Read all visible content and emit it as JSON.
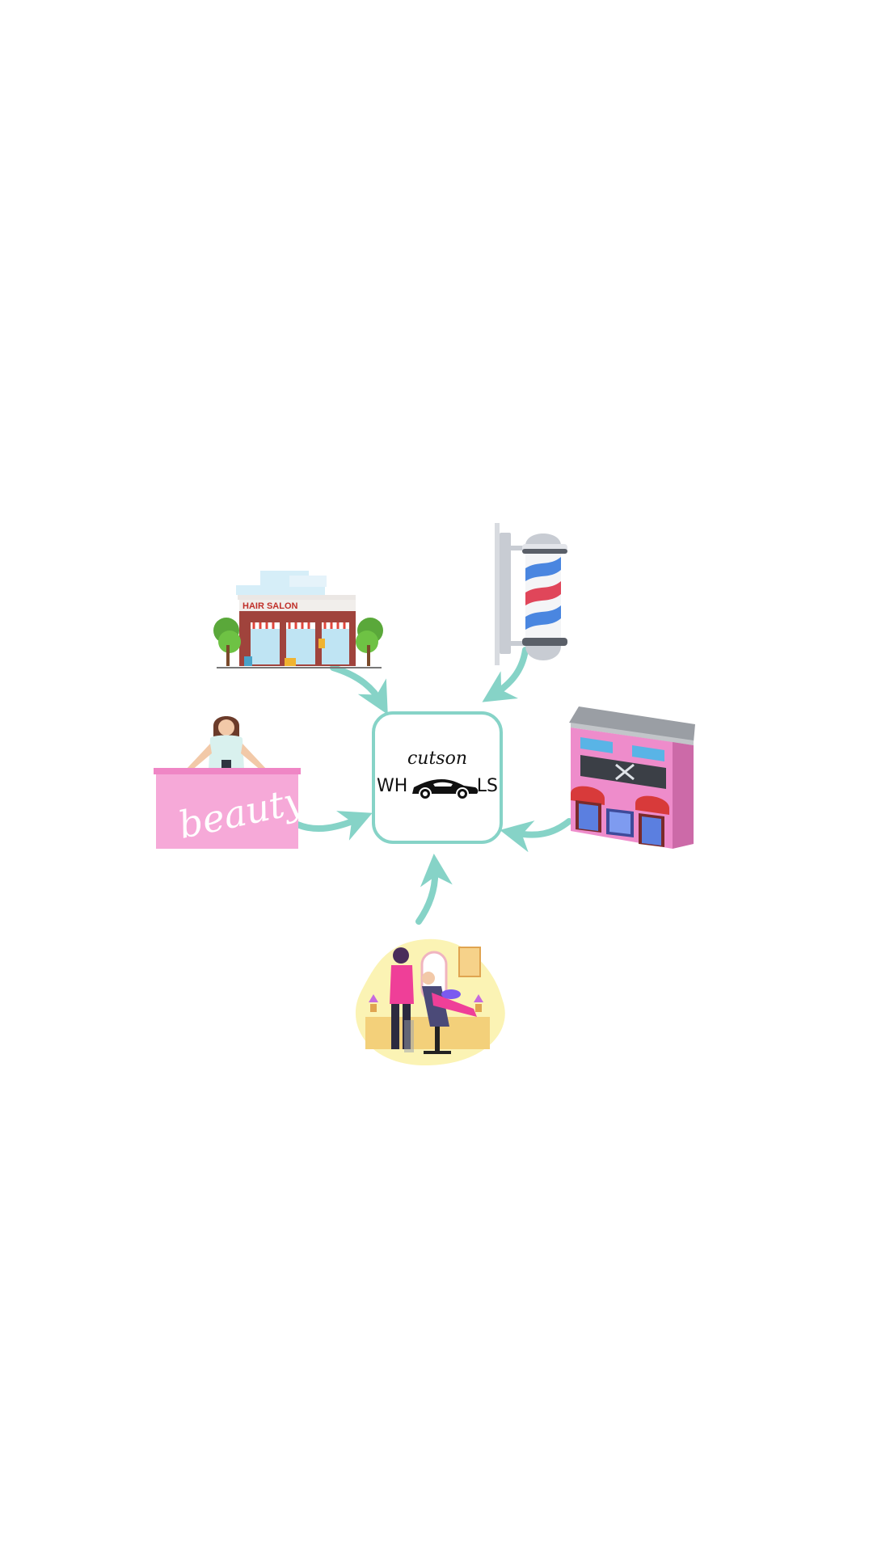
{
  "center": {
    "logo_top": "cutson",
    "logo_left": "WH",
    "logo_right": "LS"
  },
  "nodes": {
    "hair_salon": {
      "sign": "HAIR SALON",
      "icon": "hair-salon-building"
    },
    "barber_pole": {
      "icon": "barber-pole"
    },
    "beauty_desk": {
      "label": "beauty",
      "icon": "beauty-reception-desk"
    },
    "barber_shop": {
      "icon": "barber-shop-building"
    },
    "stylist": {
      "icon": "stylist-scene"
    }
  },
  "colors": {
    "accent": "#86d3c7",
    "pink": "#f6a9d8",
    "salon_red": "#a0433c"
  }
}
